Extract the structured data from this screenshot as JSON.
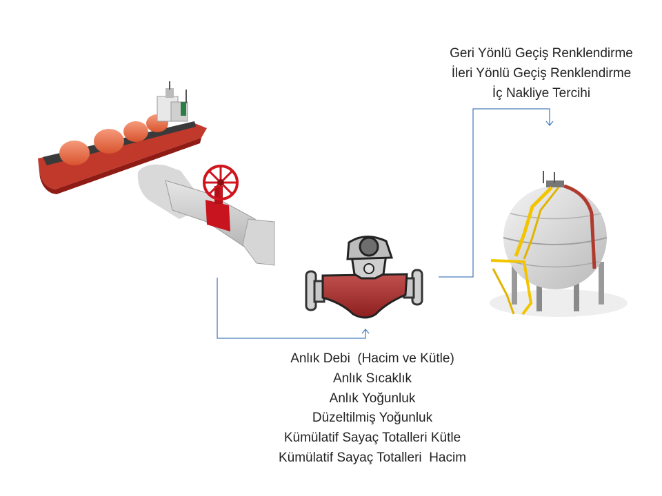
{
  "top_labels": [
    "Geri Yönlü Geçiş Renklendirme",
    "İleri Yönlü Geçiş Renklendirme",
    "İç Nakliye Tercihi"
  ],
  "bottom_labels": [
    "Anlık Debi  (Hacim ve Kütle)",
    "Anlık Sıcaklık",
    "Anlık Yoğunluk",
    "Düzeltilmiş Yoğunluk",
    "Kümülatif Sayaç Totalleri Kütle",
    "Kümülatif Sayaç Totalleri  Hacim"
  ],
  "colors": {
    "connector": "#4a7ebb",
    "ship_hull": "#c0392b",
    "ship_tanks": "#e8704f",
    "valve": "#c8141e",
    "meter_body": "#a52a2a",
    "tank_body": "#dcdcdc",
    "stairs": "#f2c500"
  },
  "icons": [
    "lng-ship-icon",
    "pipe-valve-icon",
    "flow-meter-icon",
    "spherical-tank-icon"
  ]
}
